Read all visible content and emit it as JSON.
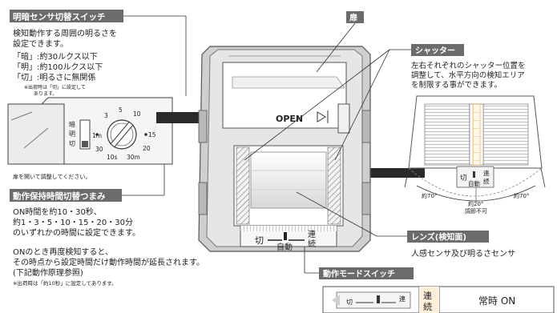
{
  "colors": {
    "label_bg": "#6b6b6b",
    "label_text": "#ffffff",
    "frame_light": "#e4e4e4",
    "frame_mid": "#c4c4c4",
    "frame_dark": "#8a8a8a",
    "arrow": "#2a2a2a",
    "grid_orange": "#e8a33a"
  },
  "brightness_switch": {
    "title": "明暗センサ切替スイッチ",
    "desc": [
      "検知動作する周囲の明るさを",
      "設定できます。"
    ],
    "options": [
      "「暗」:約30ルクス以下",
      "「明」:約100ルクス以下",
      "「切」:明るさに無関係"
    ],
    "note": [
      "※出荷時は「切」に設定して",
      "あります。"
    ]
  },
  "dial": {
    "switch_labels": [
      "暗",
      "明",
      "切"
    ],
    "ticks": [
      "1m",
      "3",
      "5",
      "10",
      "15",
      "20",
      "30m",
      "10s",
      "30"
    ]
  },
  "door_note": "扉を開いて調整してください。",
  "door": {
    "title": "扉"
  },
  "shutter": {
    "title": "シャッター",
    "desc": [
      "左右それぞれのシャッター位置を",
      "調整して、水平方向の検知エリア",
      "を制限する事ができます。"
    ]
  },
  "device": {
    "open_label": "OPEN",
    "switch_off": "切",
    "switch_auto": "自動",
    "switch_cont": [
      "連",
      "続"
    ]
  },
  "range": {
    "switch_off": "切",
    "switch_auto": "自動",
    "switch_cont": [
      "連",
      "続"
    ],
    "left_angle": "約70°",
    "right_angle": "約70°",
    "center_angle": "約20°",
    "center_note": "調節不可"
  },
  "timer": {
    "title": "動作保持時間切替つまみ",
    "desc": [
      "ON時間を約10・30秒、",
      "約1・3・5・10・15・20・30分",
      "のいずれかの時間に設定できます。"
    ],
    "desc2": [
      "ONのとき再度検知すると、",
      "その時点から設定時間だけ動作時間が延長されます。",
      "(下記動作原理参照)"
    ],
    "note": "※出荷時は「約10秒」に設定してあります。"
  },
  "lens": {
    "title": "レンズ(検知面)",
    "desc": "人感センサ及び明るさセンサ"
  },
  "mode_switch": {
    "title": "動作モードスイッチ",
    "cell_label": [
      "連",
      "続"
    ],
    "cell_value": "常時 ON",
    "mini_off": "切",
    "mini_cont": "連"
  }
}
